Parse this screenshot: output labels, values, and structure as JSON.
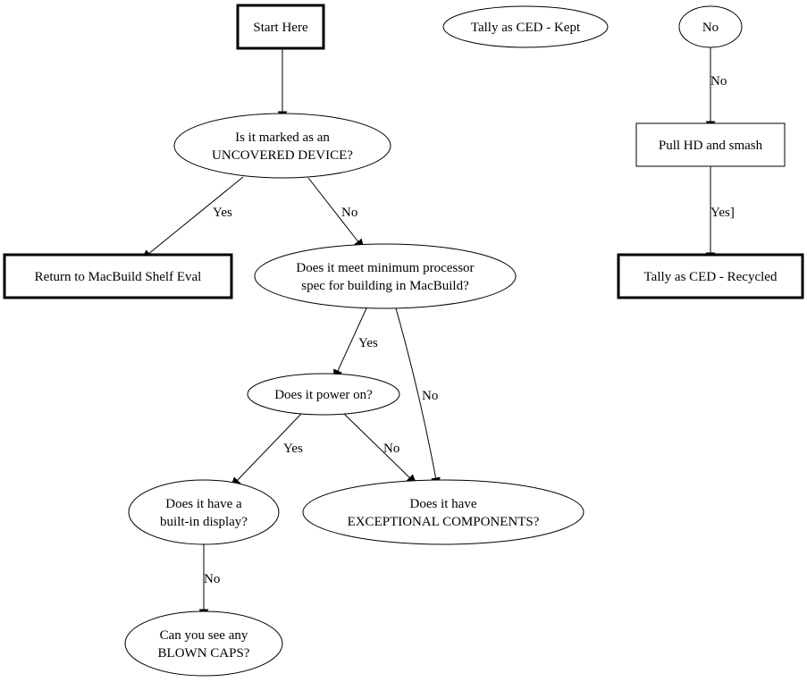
{
  "diagram": {
    "type": "flowchart",
    "nodes": [
      {
        "id": "start",
        "shape": "box",
        "bold": true,
        "lines": [
          "Start Here"
        ]
      },
      {
        "id": "tally_kept",
        "shape": "ellipse",
        "bold": false,
        "lines": [
          "Tally as CED - Kept"
        ]
      },
      {
        "id": "no_node",
        "shape": "ellipse",
        "bold": false,
        "lines": [
          "No"
        ]
      },
      {
        "id": "uncovered",
        "shape": "ellipse",
        "bold": false,
        "lines": [
          "Is it marked as an",
          "UNCOVERED DEVICE?"
        ]
      },
      {
        "id": "pull_hd",
        "shape": "box",
        "bold": false,
        "lines": [
          "Pull HD and smash"
        ]
      },
      {
        "id": "return_shelf",
        "shape": "box",
        "bold": true,
        "lines": [
          "Return to MacBuild Shelf Eval"
        ]
      },
      {
        "id": "min_spec",
        "shape": "ellipse",
        "bold": false,
        "lines": [
          "Does it meet minimum processor",
          "spec for building in MacBuild?"
        ]
      },
      {
        "id": "tally_recycled",
        "shape": "box",
        "bold": true,
        "lines": [
          "Tally as CED - Recycled"
        ]
      },
      {
        "id": "power_on",
        "shape": "ellipse",
        "bold": false,
        "lines": [
          "Does it power on?"
        ]
      },
      {
        "id": "built_in_display",
        "shape": "ellipse",
        "bold": false,
        "lines": [
          "Does it have a",
          "built-in display?"
        ]
      },
      {
        "id": "exceptional",
        "shape": "ellipse",
        "bold": false,
        "lines": [
          "Does it have",
          "EXCEPTIONAL COMPONENTS?"
        ]
      },
      {
        "id": "blown_caps",
        "shape": "ellipse",
        "bold": false,
        "lines": [
          "Can you see any",
          "BLOWN CAPS?"
        ]
      }
    ],
    "edges": [
      {
        "from": "start",
        "to": "uncovered",
        "label": ""
      },
      {
        "from": "uncovered",
        "to": "return_shelf",
        "label": "Yes"
      },
      {
        "from": "uncovered",
        "to": "min_spec",
        "label": "No"
      },
      {
        "from": "no_node",
        "to": "pull_hd",
        "label": "No"
      },
      {
        "from": "pull_hd",
        "to": "tally_recycled",
        "label": "Yes]"
      },
      {
        "from": "min_spec",
        "to": "power_on",
        "label": "Yes"
      },
      {
        "from": "min_spec",
        "to": "exceptional",
        "label": "No"
      },
      {
        "from": "power_on",
        "to": "built_in_display",
        "label": "Yes"
      },
      {
        "from": "power_on",
        "to": "exceptional",
        "label": "No"
      },
      {
        "from": "built_in_display",
        "to": "blown_caps",
        "label": "No"
      }
    ]
  }
}
